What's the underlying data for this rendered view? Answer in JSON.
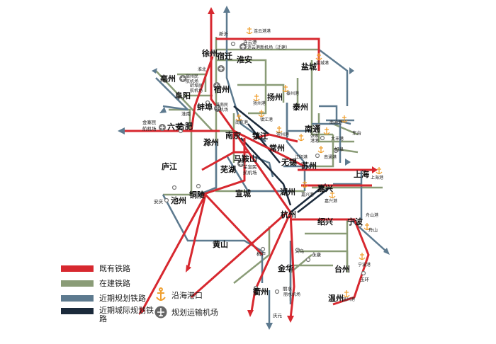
{
  "colors": {
    "existing": "#d7282f",
    "construction": "#8a9c77",
    "near_planned": "#5d7a8f",
    "far_intercity": "#1b2a3b",
    "port": "#f0a030",
    "airport": "#666666",
    "frame": "#6e8a72"
  },
  "legend": {
    "existing_label": "既有铁路",
    "construction_label": "在建铁路",
    "near_planned_label": "近期规划铁路",
    "far_intercity_label_line1": "近期城际规划铁",
    "far_intercity_label_line2": "路",
    "port_label": "沿海港口",
    "airport_label": "规划运输机场",
    "port_icon": "anchor-icon",
    "airport_icon": "airplane-icon"
  },
  "cities": {
    "xuzhou": "徐州",
    "suqian": "宿迁",
    "huaian": "淮安",
    "yancheng": "盐城",
    "suzhou_ah": "宿州",
    "huaibei": "淮北",
    "bozhou": "亳州",
    "fuyang": "阜阳",
    "bengbu": "蚌埠",
    "huainan": "淮南",
    "hefei": "合肥",
    "luan": "六安",
    "chuzhou": "滁州",
    "yangzhou": "扬州",
    "taizhou_js": "泰州",
    "nantong": "南通",
    "nanjing": "南京",
    "zhenjiang": "镇江",
    "changzhou": "常州",
    "wuxi": "无锡",
    "suzhou": "苏州",
    "shanghai": "上海",
    "maanshan": "马鞍山",
    "wuhu": "芜湖",
    "xuancheng": "宣城",
    "tongling": "铜陵",
    "chizhou": "池州",
    "anqing": "安庆",
    "huangshan": "黄山",
    "huzhou": "湖州",
    "jiaxing": "嘉兴",
    "hangzhou": "杭州",
    "shaoxing": "绍兴",
    "ningbo": "宁波",
    "zhoushan": "舟山",
    "jinhua": "金华",
    "taizhou_zj": "台州",
    "quzhou": "衢州",
    "lishui": "丽水",
    "wenzhou": "温州",
    "yiwu": "义乌",
    "yongkang": "永康",
    "tonglu": "桐庐",
    "qingyuan": "庆元",
    "lujiang": "庐江",
    "xinyi": "新沂",
    "lianyungang": "连云港",
    "yuhuan": "玉环",
    "jinzhai_airport": "金寨民\n航机场",
    "wuhu_airport_1": "芜宣民",
    "wuhu_airport_2": "航机场",
    "dongtai": "东台",
    "chenjiaqiao": "陈家桥",
    "taixing": "泰兴",
    "rugao": "如皋",
    "qidong": "启东"
  },
  "ports": {
    "lianyungang_port": "连云港港",
    "yancheng_port": "盐城港",
    "taizhou_port": "泰州港",
    "yangzhou_port": "扬州港",
    "nanjing_port": "南京港",
    "zhenjiang_port": "镇江港",
    "changzhou_port": "常州港",
    "jiangyin_port": "江阴港",
    "zhangjiagang_port_1": "张家",
    "zhangjiagang_port_2": "港港",
    "nantong_port": "南通港",
    "dafeng_port": "大丰港",
    "shanghai_port": "上海港",
    "jiaxing_port": "嘉兴港",
    "haiyan_port": "嘉兴港",
    "zhoushan_port": "舟山港",
    "ningbo_port": "宁波港",
    "taizhou_zj_port": "台州港",
    "wenzhou_port": "温州港",
    "huzhou_airport": "湖州机场",
    "shuzhou_airport": "宿州民\n航机场",
    "bengbu_airport": "蚌埠民\n航机场",
    "huainan_airport_1": "淮南民",
    "huainan_airport_2": "航机场",
    "lianyungang_airport": "连云港新机场（迁建）",
    "bozhou_airport_1": "淮北",
    "bozhou_airport_2": "宿州民",
    "bozhou_airport_3": "航机场",
    "lishui_airport": "丽水机场",
    "jiaxing_airport": "嘉兴机场",
    "nanjing_east": "南通港"
  }
}
